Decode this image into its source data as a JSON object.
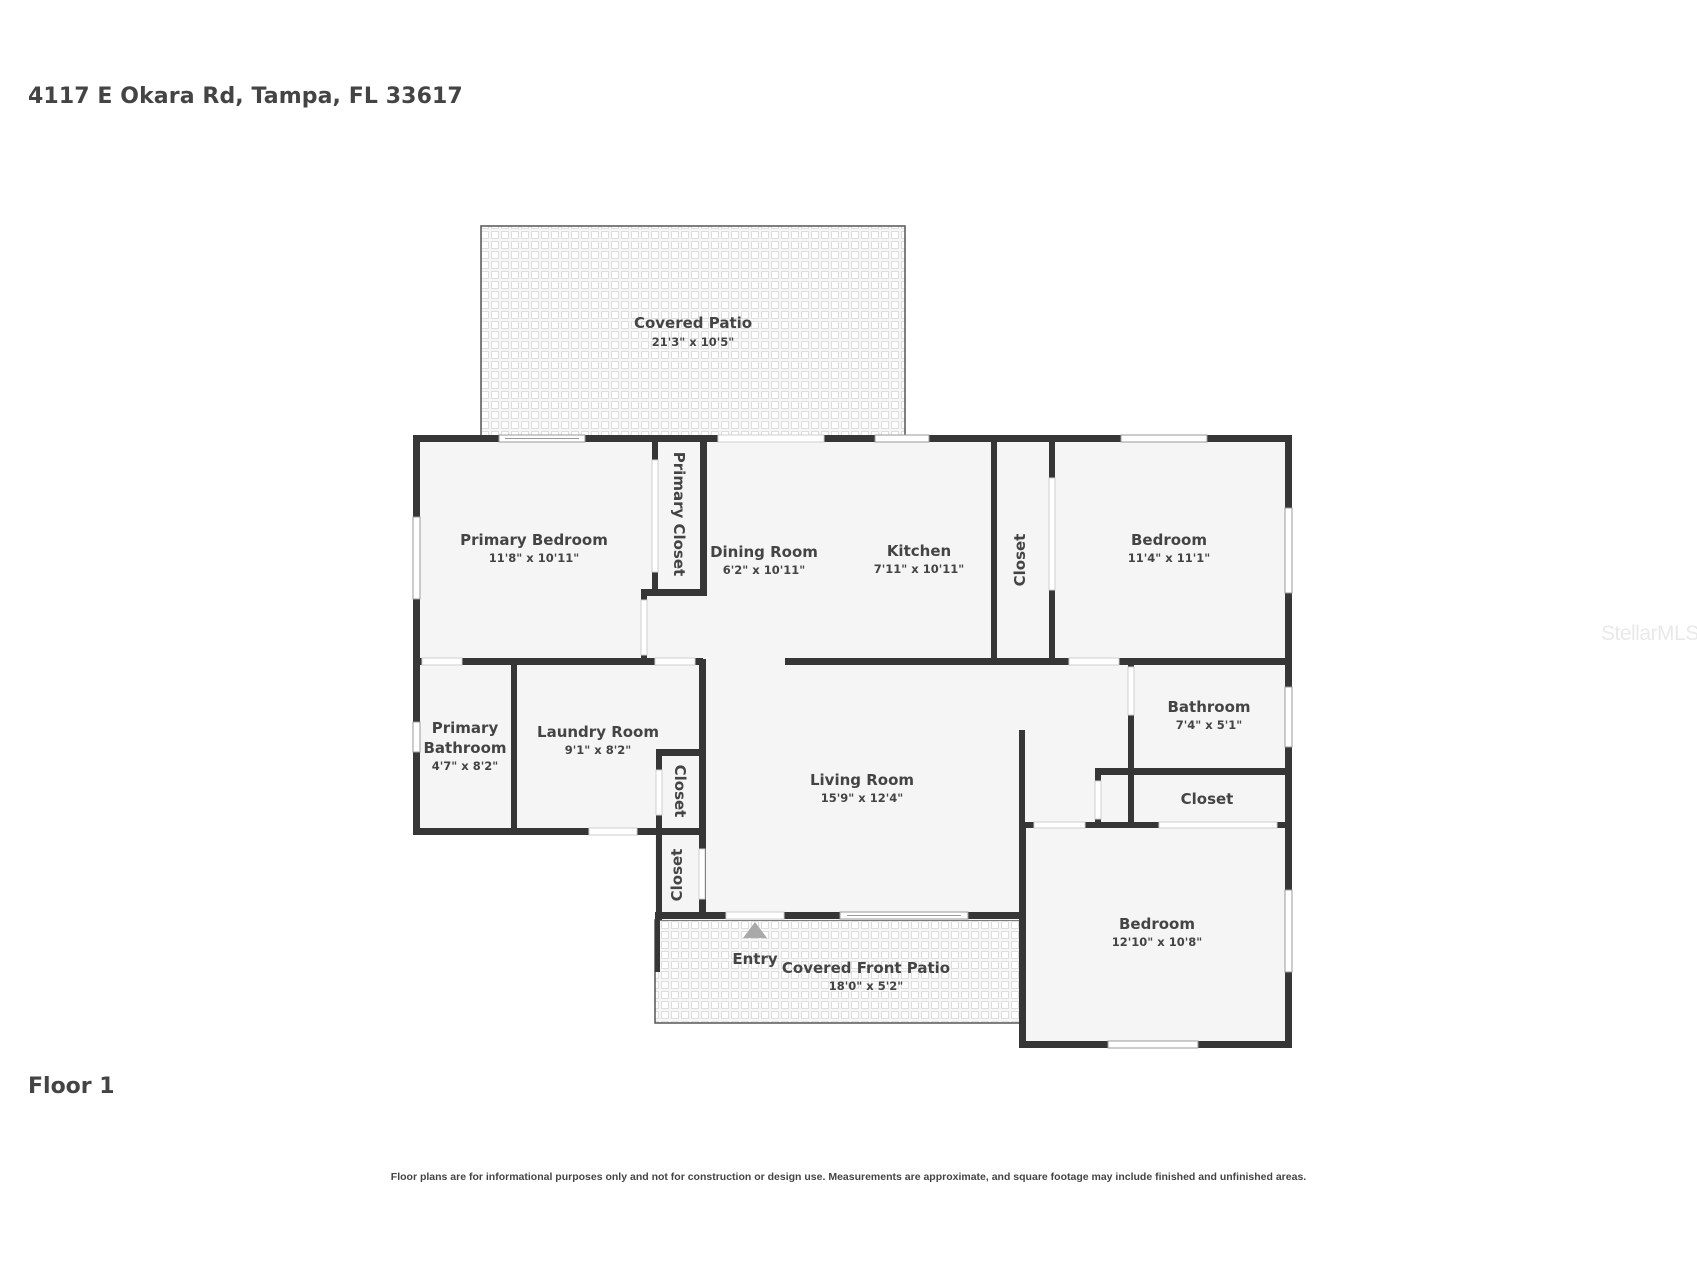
{
  "header": {
    "address": "4117 E Okara Rd, Tampa, FL 33617"
  },
  "floor": {
    "label": "Floor 1"
  },
  "rooms": {
    "covered_patio": {
      "name": "Covered Patio",
      "dims": "21'3\" x 10'5\""
    },
    "primary_bedroom": {
      "name": "Primary Bedroom",
      "dims": "11'8\" x 10'11\""
    },
    "primary_closet": {
      "name": "Primary Closet"
    },
    "dining_room": {
      "name": "Dining Room",
      "dims": "6'2\" x 10'11\""
    },
    "kitchen": {
      "name": "Kitchen",
      "dims": "7'11\" x 10'11\""
    },
    "hall_closet_top": {
      "name": "Closet"
    },
    "bedroom_top": {
      "name": "Bedroom",
      "dims": "11'4\" x 11'1\""
    },
    "primary_bathroom": {
      "name_line1": "Primary",
      "name_line2": "Bathroom",
      "dims": "4'7\" x 8'2\""
    },
    "laundry_room": {
      "name": "Laundry Room",
      "dims": "9'1\" x 8'2\""
    },
    "laundry_closet": {
      "name": "Closet"
    },
    "front_closet": {
      "name": "Closet"
    },
    "living_room": {
      "name": "Living Room",
      "dims": "15'9\" x 12'4\""
    },
    "bathroom": {
      "name": "Bathroom",
      "dims": "7'4\" x 5'1\""
    },
    "bath_closet": {
      "name": "Closet"
    },
    "bedroom_bottom": {
      "name": "Bedroom",
      "dims": "12'10\" x 10'8\""
    },
    "covered_front_patio": {
      "name": "Covered Front Patio",
      "dims": "18'0\" x 5'2\""
    }
  },
  "entry": {
    "label": "Entry",
    "icon": "triangle-up-icon",
    "color": "#a9a9a9"
  },
  "colors": {
    "wall": "#363636",
    "floor": "#f5f5f5",
    "text": "#444444"
  },
  "footer": {
    "disclaimer": "Floor plans are for informational purposes only and not for construction or design use. Measurements are approximate, and square footage may include finished and unfinished areas."
  },
  "watermark": {
    "text": "StellarMLS"
  }
}
